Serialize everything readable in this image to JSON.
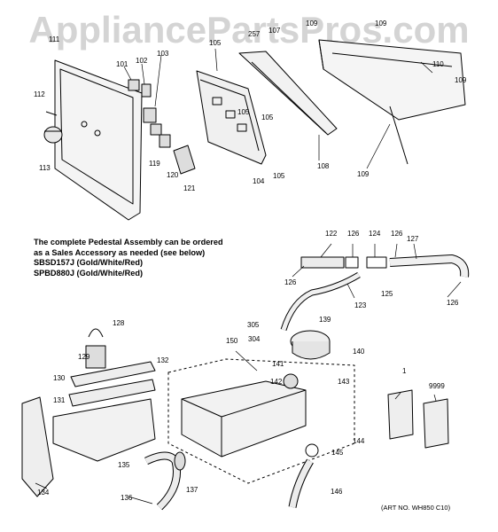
{
  "watermark": "AppliancePartsPros.com",
  "note": {
    "lines": [
      "The complete Pedestal Assembly can be ordered",
      "as a Sales Accessory as needed (see below)",
      "SBSD157J (Gold/White/Red)",
      "SPBD880J (Gold/White/Red)"
    ]
  },
  "art_number": "(ART NO. WH850 C10)",
  "callouts": [
    "101",
    "102",
    "103",
    "105",
    "257",
    "107",
    "109",
    "109",
    "110",
    "109",
    "111",
    "112",
    "105",
    "105",
    "104",
    "105",
    "108",
    "109",
    "113",
    "119",
    "120",
    "121",
    "122",
    "126",
    "124",
    "126",
    "127",
    "126",
    "125",
    "126",
    "123",
    "305",
    "139",
    "304",
    "140",
    "150",
    "128",
    "129",
    "130",
    "131",
    "132",
    "141",
    "142",
    "143",
    "1",
    "9999",
    "135",
    "144",
    "145",
    "134",
    "136",
    "137",
    "146"
  ]
}
